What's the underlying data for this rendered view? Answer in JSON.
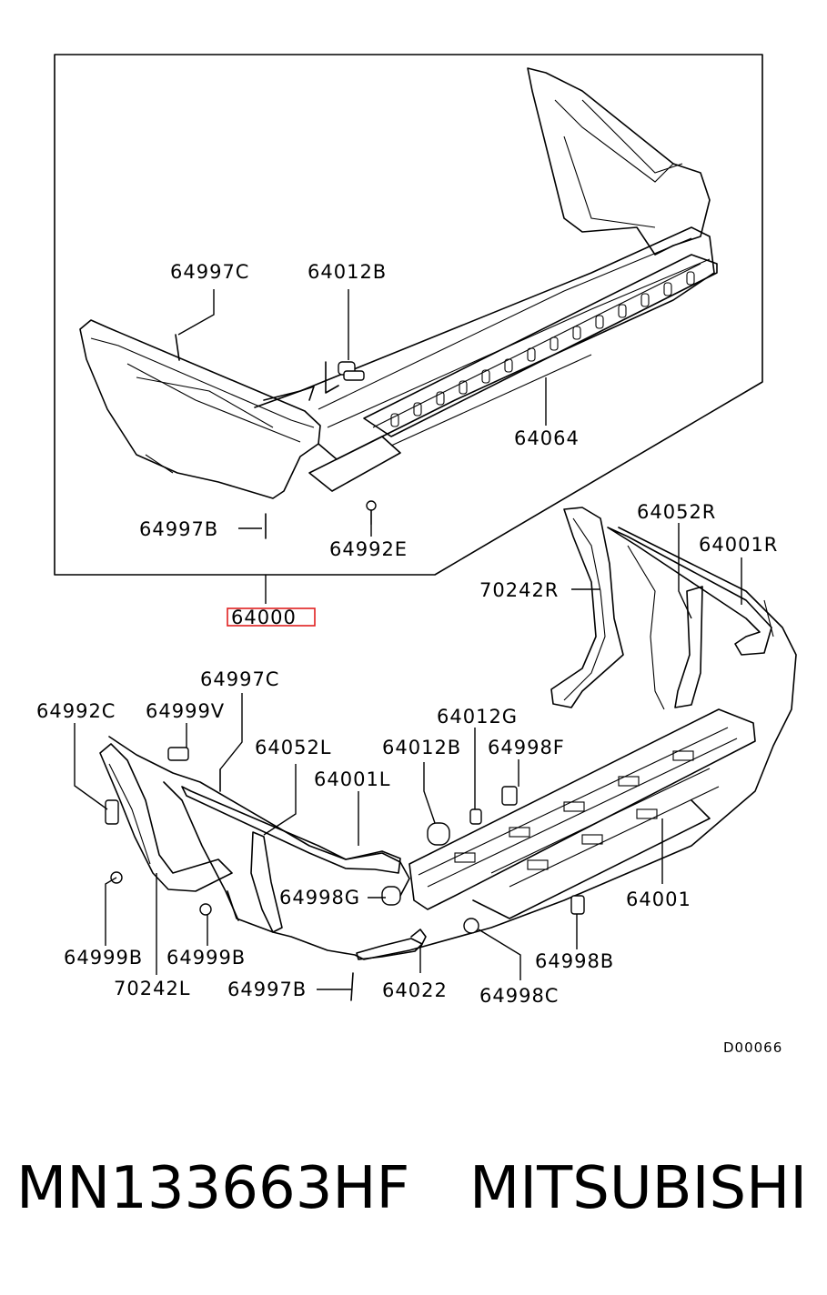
{
  "diagram": {
    "callouts": {
      "c64997C_top": "64997C",
      "c64012B_top": "64012B",
      "c64064": "64064",
      "c64997B_top": "64997B",
      "c64992E": "64992E",
      "c64000": "64000",
      "c64052R": "64052R",
      "c64001R": "64001R",
      "c70242R": "70242R",
      "c64997C_mid": "64997C",
      "c64992C": "64992C",
      "c64999V": "64999V",
      "c64052L": "64052L",
      "c64012G": "64012G",
      "c64012B_mid": "64012B",
      "c64998F": "64998F",
      "c64001L": "64001L",
      "c64998G": "64998G",
      "c64001": "64001",
      "c64999B_left": "64999B",
      "c64999B_right": "64999B",
      "c64998B": "64998B",
      "c70242L": "70242L",
      "c64997B_bottom": "64997B",
      "c64022": "64022",
      "c64998C": "64998C"
    },
    "diagram_code": "D00066",
    "highlight_color": "#e02020"
  },
  "footer": {
    "part_number": "MN133663HF",
    "brand": "MITSUBISHI"
  }
}
